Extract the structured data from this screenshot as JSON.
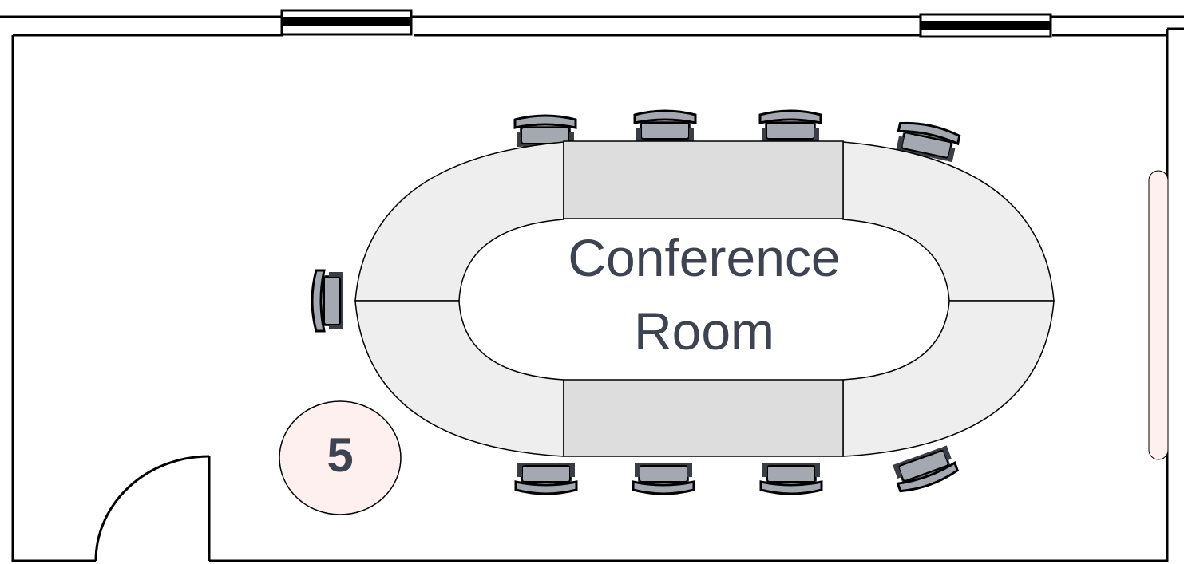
{
  "room": {
    "label_line1": "Conference",
    "label_line2": "Room",
    "number": "5"
  },
  "colors": {
    "wall": "#000000",
    "table_end": "#eeeeee",
    "table_center": "#dddddd",
    "chair_fill": "#a4a8b0",
    "chair_dark": "#3a3d44",
    "text": "#3d4350",
    "badge_fill": "#fdf0ef",
    "board_fill": "#fdf0ef"
  },
  "icons": {
    "chair": "office-chair",
    "door": "door-swing",
    "window": "window",
    "whiteboard": "whiteboard"
  }
}
